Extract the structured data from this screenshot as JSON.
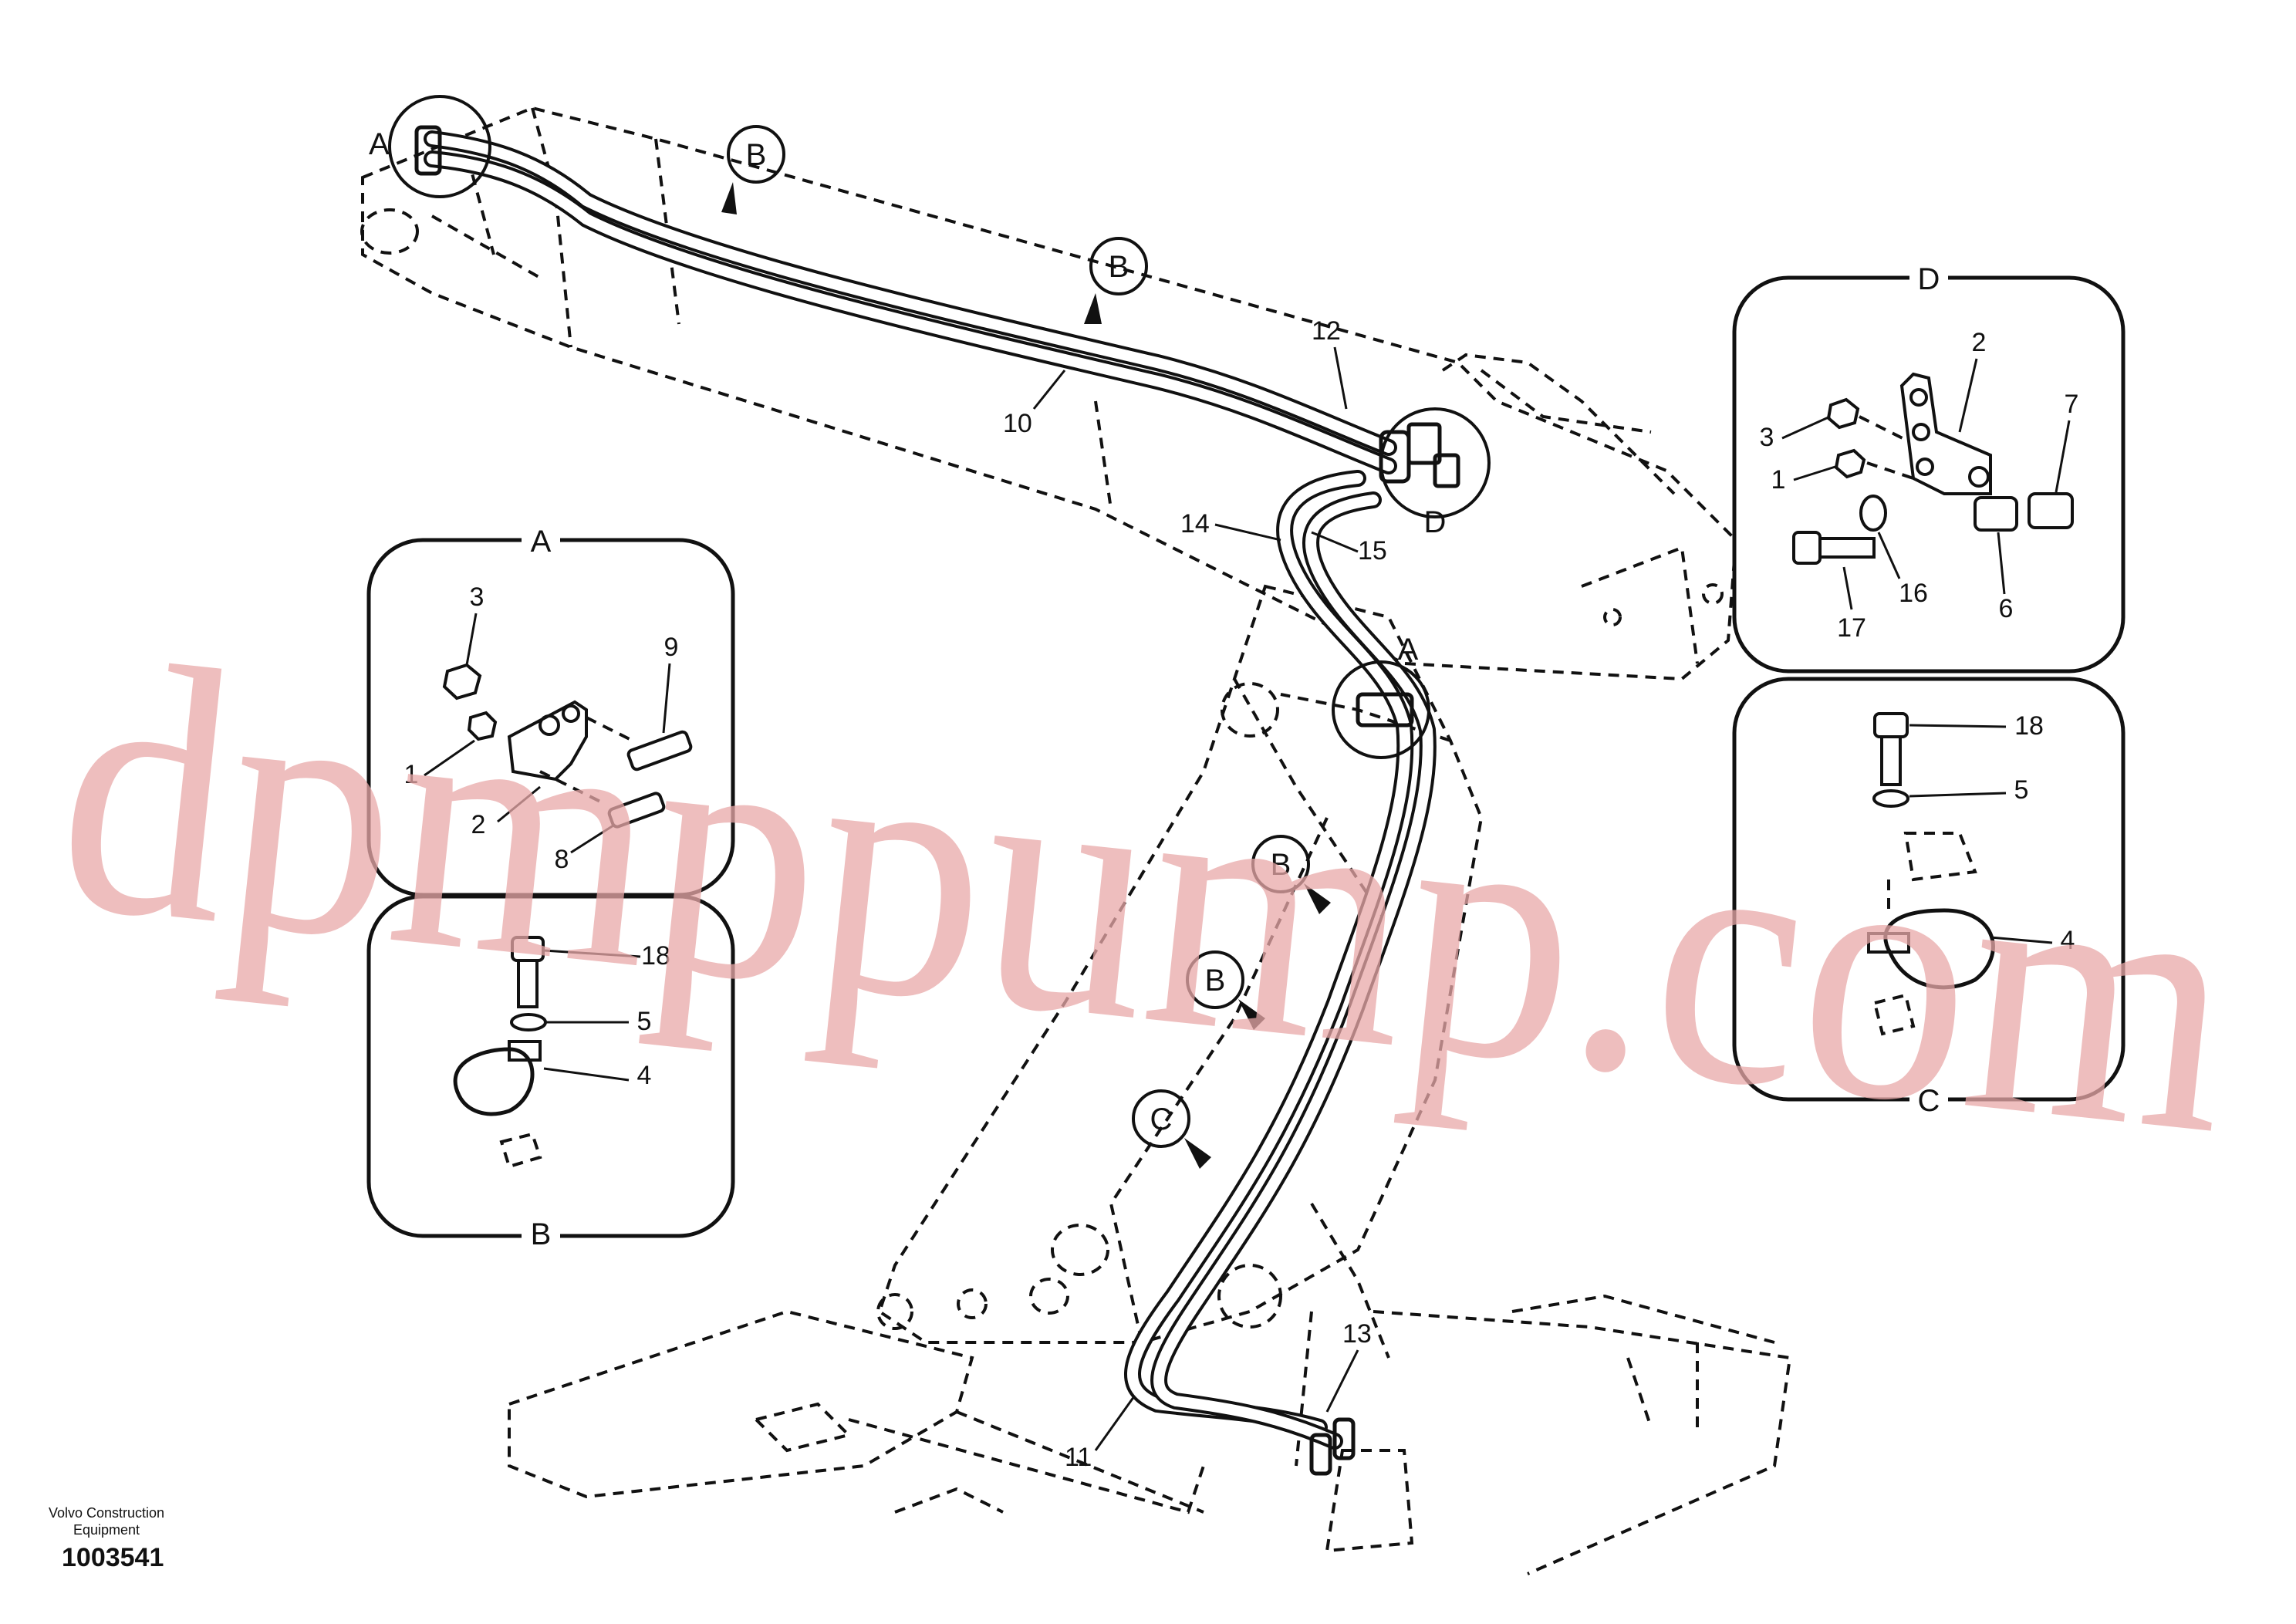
{
  "watermark": "dpmppump.com",
  "footer": {
    "company_line1": "Volvo Construction",
    "company_line2": "Equipment",
    "drawing_number": "1003541"
  },
  "detail_a": {
    "title": "A",
    "labels": [
      "3",
      "9",
      "1",
      "2",
      "8"
    ]
  },
  "detail_b": {
    "title": "B",
    "labels": [
      "18",
      "5",
      "4"
    ]
  },
  "detail_d": {
    "title": "D",
    "labels": [
      "2",
      "3",
      "7",
      "1",
      "17",
      "16",
      "6"
    ]
  },
  "detail_c": {
    "title": "C",
    "labels": [
      "18",
      "5",
      "4"
    ]
  },
  "main": {
    "callouts": {
      "a_top": "A",
      "b1": "B",
      "b2": "B",
      "d": "D",
      "a_mid": "A",
      "b3": "B",
      "b4": "B",
      "c": "C"
    },
    "part_labels": {
      "p12": "12",
      "p10": "10",
      "p14": "14",
      "p15": "15",
      "p11": "11",
      "p13": "13"
    }
  }
}
